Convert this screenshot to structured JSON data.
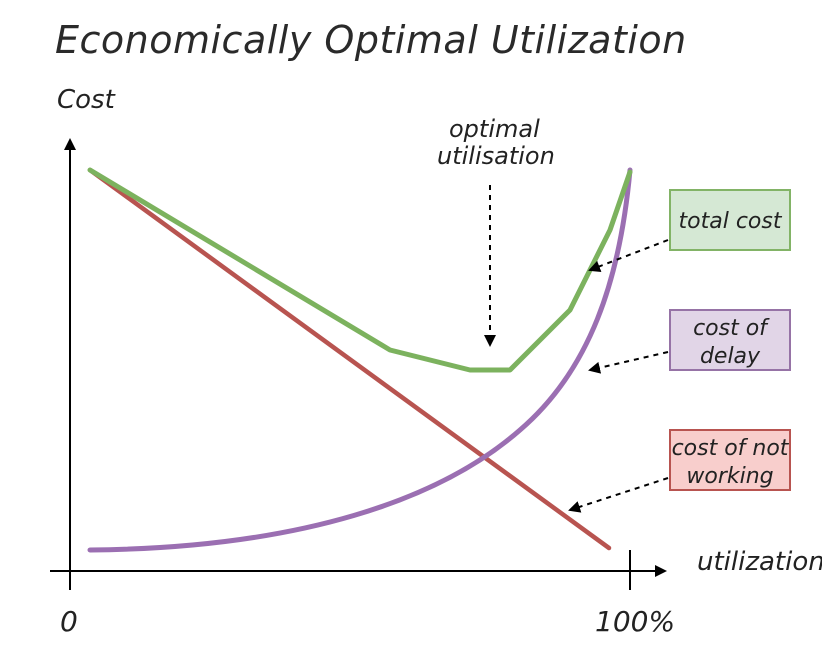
{
  "title": "Economically Optimal Utilization",
  "axes": {
    "y_label": "Cost",
    "x_label": "utilization",
    "x_min_label": "0",
    "x_max_label": "100%"
  },
  "annotation": {
    "optimal_line1": "optimal",
    "optimal_line2": "utilisation"
  },
  "legend_boxes": {
    "total_cost": {
      "line1": "total cost",
      "line2": ""
    },
    "cost_of_delay": {
      "line1": "cost of",
      "line2": "delay"
    },
    "cost_of_not_working": {
      "line1": "cost of not",
      "line2": "working"
    }
  },
  "colors": {
    "total_cost": "#7cb25e",
    "cost_of_delay": "#9b6fb2",
    "cost_of_not_working": "#b85450",
    "total_cost_fill": "#d5e8d4",
    "cost_of_delay_fill": "#e1d5e7",
    "cost_of_not_working_fill": "#f8cecc",
    "total_cost_border": "#82b366",
    "cost_of_delay_border": "#9673a6",
    "cost_of_not_working_border": "#b85450"
  }
}
